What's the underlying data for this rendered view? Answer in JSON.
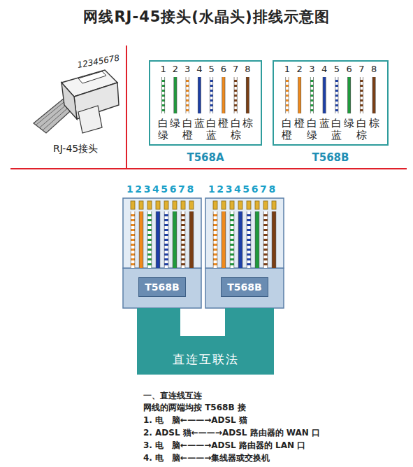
{
  "diagram": {
    "title": "网线RJ-45接头(水晶头)排线示意图",
    "nodes": [
      {
        "text": [
          "1",
          "2",
          "3",
          "4",
          "5",
          "6",
          "7",
          "8",
          "白绿",
          "绿",
          "白橙",
          "蓝",
          "白蓝",
          "橙",
          "白棕",
          "棕",
          "T568A"
        ]
      },
      {
        "text": [
          "1",
          "2",
          "3",
          "4",
          "5",
          "6",
          "7",
          "8",
          "白橙",
          "橙",
          "白绿",
          "蓝",
          "白蓝",
          "绿",
          "白棕",
          "棕",
          "T568B"
        ]
      },
      {
        "text": [
          "T568B"
        ]
      },
      {
        "text": [
          "T568B"
        ]
      },
      {
        "text": [
          "直连互联法"
        ]
      }
    ],
    "labels": [
      "12345678",
      "RJ-45接头",
      "12345678",
      "12345678",
      "一、直连线互连",
      "网线的两端均按 T568B 接",
      "1. 电　脑←——→ADSL 猫",
      "2. ADSL 猫←——→ADSL 路由器的 WAN 口",
      "3. 电　脑←——→ADSL 路由器的 LAN 口",
      "4. 电　脑←——→集线器或交换机"
    ]
  }
}
